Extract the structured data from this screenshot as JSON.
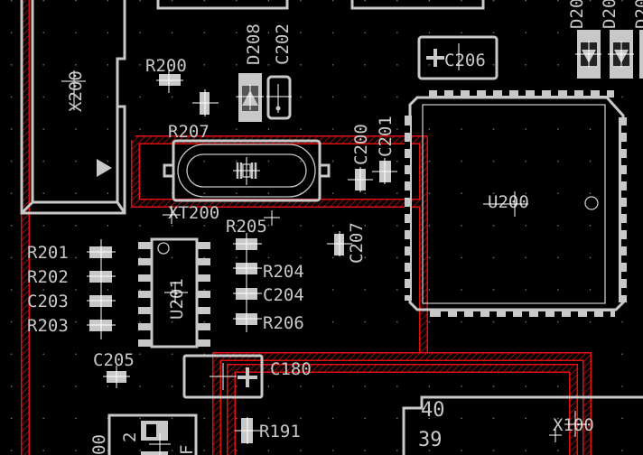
{
  "view": {
    "title": "PCB board layout",
    "background": "#000000",
    "track_color": "#e01010",
    "silk_color": "#c8c8c8"
  },
  "components": {
    "x200": "X200",
    "r200": "R200",
    "d208": "D208",
    "c202": "C202",
    "c206": "C206",
    "d_right_1": "D20",
    "d_right_2": "D20",
    "d_right_3": "D20",
    "r207": "R207",
    "xt200": "XT200",
    "c200": "C200",
    "c201": "C201",
    "u200": "U200",
    "r205": "R205",
    "c207": "C207",
    "r201": "R201",
    "r202": "R202",
    "c203": "C203",
    "r203": "R203",
    "u201": "U201",
    "r204": "R204",
    "c204": "C204",
    "r206": "R206",
    "c205": "C205",
    "c180": "C180",
    "r191": "R191",
    "x100": "X100",
    "partial_bottom_left": "00",
    "pin_40": "40",
    "pin_39": "39",
    "jumper_pin": "2",
    "jumper_letter": "F"
  }
}
